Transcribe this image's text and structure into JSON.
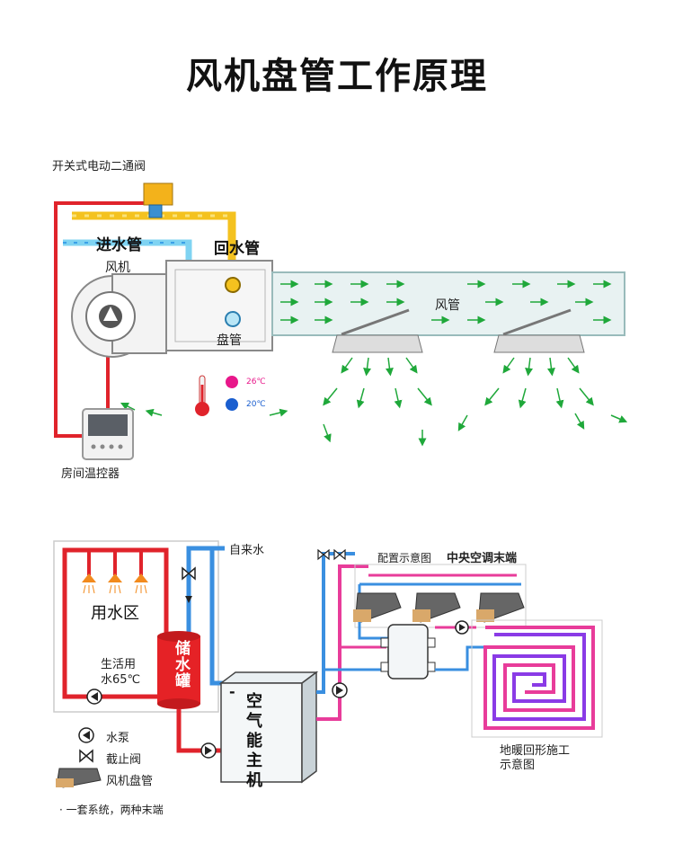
{
  "title": "风机盘管工作原理",
  "top_diagram": {
    "valve_label": "开关式电动二通阀",
    "inlet_label": "进水管",
    "return_label": "回水管",
    "fan_label": "风机",
    "coil_label": "盘管",
    "duct_label": "风管",
    "thermostat_label": "房间温控器",
    "temp_hot": "26℃",
    "temp_cold": "20℃"
  },
  "bottom_diagram": {
    "tap_water_label": "自来水",
    "water_zone_label": "用水区",
    "domestic_label_1": "生活用",
    "domestic_label_2": "水65℃",
    "tank_label": "储水罐",
    "host_dash": "-",
    "host_label": "空气能主机",
    "config_label": "配置示意图",
    "terminal_label": "中央空调末端",
    "floor_label_1": "地暖回形施工",
    "floor_label_2": "示意图",
    "legend": [
      {
        "icon": "pump-icon",
        "label": "水泵"
      },
      {
        "icon": "stop-valve-icon",
        "label": "截止阀"
      },
      {
        "icon": "fan-coil-icon",
        "label": "风机盘管"
      }
    ],
    "footnote": "· 一套系统，两种末端"
  },
  "colors": {
    "hot": "#e0232b",
    "cold": "#3aa0e8",
    "yellow": "#f4c21f",
    "magenta": "#e83c9a",
    "green_arrow": "#1fa83a"
  }
}
